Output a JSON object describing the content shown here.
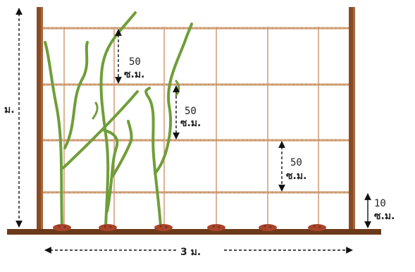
{
  "labels": {
    "height_total": "ม.",
    "spacing_1_value": "50",
    "spacing_1_unit": "ซ.ม.",
    "spacing_2_value": "50",
    "spacing_2_unit": "ซ.ม.",
    "spacing_3_value": "50",
    "spacing_3_unit": "ซ.ม.",
    "bottom_gap_value": "10",
    "bottom_gap_unit": "ซ.ม.",
    "width_total": "3 ม."
  },
  "colors": {
    "post": "#8a4b24",
    "ground": "#6b3a1a",
    "wire": "#c9956a",
    "grid": "#c98a60",
    "vine": "#6f9e3a",
    "mound": "#a8452a",
    "arrow": "#111111"
  }
}
